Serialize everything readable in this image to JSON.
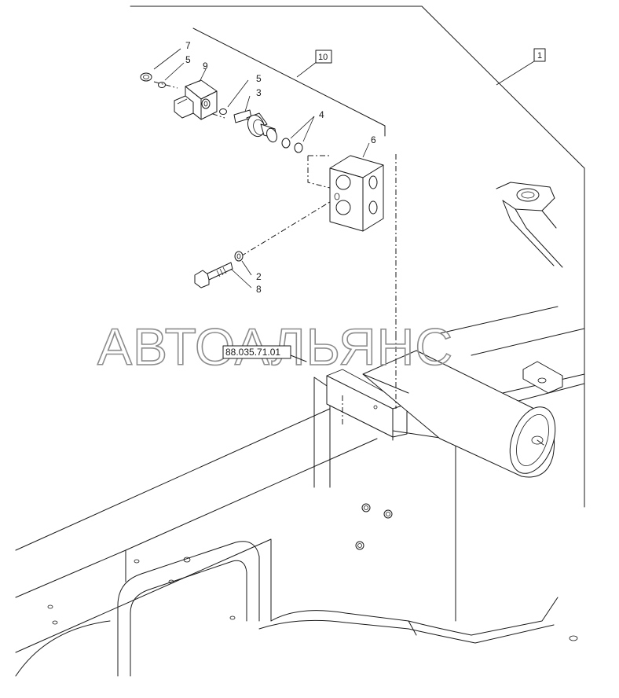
{
  "diagram": {
    "callouts": {
      "c1": "1",
      "c2": "2",
      "c3": "3",
      "c4": "4",
      "c5a": "5",
      "c5b": "5",
      "c6": "6",
      "c7": "7",
      "c8": "8",
      "c9": "9",
      "c10": "10"
    },
    "reference_label": "88.035.71.01",
    "watermark": "АВТОАЛЬЯНС"
  }
}
